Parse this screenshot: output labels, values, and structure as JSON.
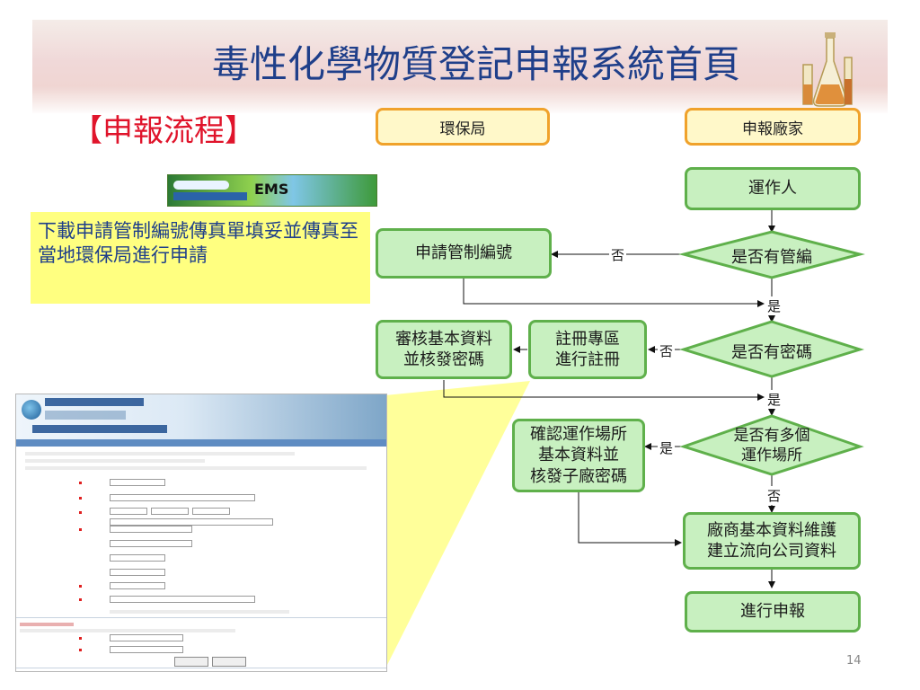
{
  "header": {
    "title": "毒性化學物質登記申報系統首頁"
  },
  "section_title": "【申報流程】",
  "columns": {
    "left": "環保局",
    "right": "申報廠家"
  },
  "ems_logo_text": "EMS",
  "note_text": "下載申請管制編號傳真單填妥並傳真至當地環保局進行申請",
  "nodes": {
    "operator": "運作人",
    "has_control": "是否有管編",
    "apply_control": "申請管制編號",
    "has_password": "是否有密碼",
    "register": "註冊專區\n進行註冊",
    "review": "審核基本資料\n並核發密碼",
    "multi_site": "是否有多個\n運作場所",
    "confirm_site": "確認運作場所\n基本資料並\n核發子廠密碼",
    "maintain": "廠商基本資料維護\n建立流向公司資料",
    "report": "進行申報"
  },
  "edge_labels": {
    "no1": "否",
    "yes1": "是",
    "no2": "否",
    "yes2": "是",
    "yes3": "是",
    "no3": "否"
  },
  "page_number": "14",
  "colors": {
    "title": "#1f3f8a",
    "section": "#e0142b",
    "node_fill": "#c8f0c0",
    "node_border": "#5fb04b",
    "header_fill": "#fff8c9",
    "header_border": "#f0a22b",
    "note_fill": "#ffff80"
  },
  "icons": [
    "lab-flask-icon"
  ]
}
